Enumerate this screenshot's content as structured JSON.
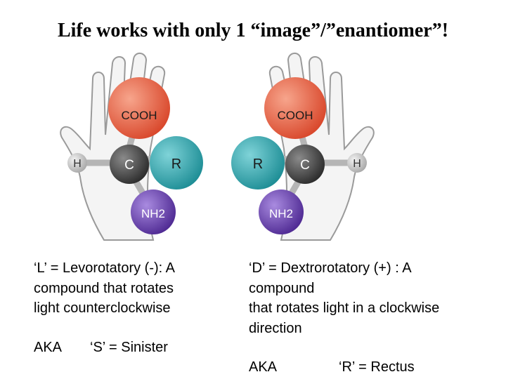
{
  "title": "Life works with only 1 “image”/”enantiomer”!",
  "left": {
    "atoms": {
      "top": "COOH",
      "center": "C",
      "side_r": "R",
      "side_h": "H",
      "bottom": "NH2"
    },
    "caption": "‘L’ = Levorotatory (-): A\ncompound that rotates\nlight counterclockwise",
    "aka_label": "AKA",
    "aka_value": "‘S’ = Sinister"
  },
  "right": {
    "atoms": {
      "top": "COOH",
      "center": "C",
      "side_r": "R",
      "side_h": "H",
      "bottom": "NH2"
    },
    "caption": "‘D’ = Dextrorotatory (+) : A\ncompound\nthat rotates light in a clockwise\ndirection",
    "aka_label": "AKA",
    "aka_value": "‘R’ = Rectus"
  },
  "colors": {
    "cooh": "#e8664a",
    "carbon": "#4a4a4a",
    "r_group": "#2aa7ae",
    "h": "#c8c8c8",
    "nh2": "#6a3fb0"
  }
}
